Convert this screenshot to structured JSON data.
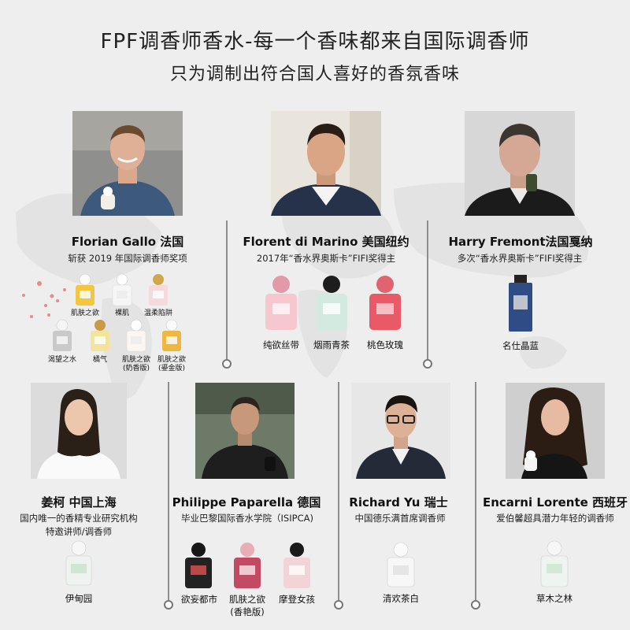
{
  "header": {
    "title": "FPF调香师香水-每一个香味都来自国际调香师",
    "subtitle": "只为调制出符合国人喜好的香氛香味"
  },
  "perfumers": [
    {
      "name": "Florian Gallo 法国",
      "desc": [
        "斩获 2019 年国际调香师奖项"
      ],
      "products": [
        "肌肤之欲",
        "裸肌",
        "温柔陷阱",
        "渴望之水",
        "橘气",
        "肌肤之欲\n(奶香版)",
        "肌肤之欲\n(鎏金版)"
      ]
    },
    {
      "name": "Florent di Marino 美国纽约",
      "desc": [
        "2017年“香水界奥斯卡”FIFI奖得主"
      ],
      "products": [
        "纯欲丝带",
        "烟雨青茶",
        "桃色玫瑰"
      ]
    },
    {
      "name": "Harry Fremont法国戛纳",
      "desc": [
        "多次“香水界奥斯卡”FIFI奖得主"
      ],
      "products": [
        "名仕晶蓝"
      ]
    },
    {
      "name": "姜柯 中国上海",
      "desc": [
        "国内唯一的香精专业研究机构",
        "特邀讲师/调香师"
      ],
      "products": [
        "伊甸园"
      ]
    },
    {
      "name": "Philippe Paparella 德国",
      "desc": [
        "毕业巴黎国际香水学院（ISIPCA)"
      ],
      "products": [
        "欲妄都市",
        "肌肤之欲\n(香艳版)",
        "摩登女孩"
      ]
    },
    {
      "name": "Richard Yu 瑞士",
      "desc": [
        "中国德乐满首席调香师"
      ],
      "products": [
        "清欢茶白"
      ]
    },
    {
      "name": "Encarni Lorente 西班牙",
      "desc": [
        "爱伯馨超具潜力年轻的调香师"
      ],
      "products": [
        "草木之林"
      ]
    }
  ],
  "colors": {
    "background": "#eeeeee",
    "connector": "#8e8e8e",
    "map_accent": "#e58c8c"
  }
}
